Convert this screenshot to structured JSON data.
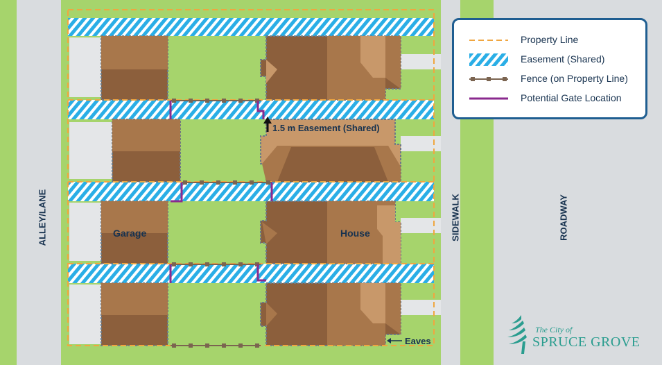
{
  "colors": {
    "grass": "#a6d46c",
    "road": "#d9dcdf",
    "easement_stripe": "#2aaee6",
    "property_line": "#f0a640",
    "fence": "#7b6450",
    "gate": "#8a2a8e",
    "roof_dark": "#8c5f3c",
    "roof_mid": "#a8774b",
    "roof_light": "#c8986a",
    "text": "#17324f",
    "brand": "#2a9d8f"
  },
  "labels": {
    "alley": "ALLEY/LANE",
    "sidewalk": "SIDEWALK",
    "roadway": "ROADWAY",
    "garage": "Garage",
    "house": "House",
    "easement_callout": "1.5 m Easement (Shared)",
    "eaves": "Eaves"
  },
  "legend": {
    "items": [
      {
        "label": "Property Line",
        "swatch": "property-line-swatch"
      },
      {
        "label": "Easement (Shared)",
        "swatch": "easement-swatch"
      },
      {
        "label": "Fence (on Property Line)",
        "swatch": "fence-swatch"
      },
      {
        "label": "Potential Gate Location",
        "swatch": "gate-swatch"
      }
    ]
  },
  "logo": {
    "prefix": "The City of",
    "name": "SPRUCE GROVE"
  }
}
